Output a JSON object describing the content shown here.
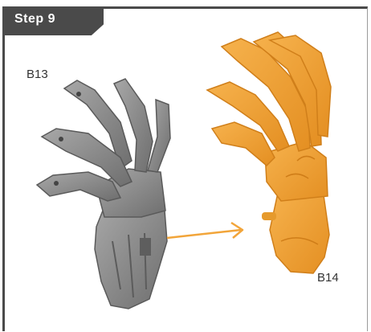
{
  "step": {
    "label": "Step 9"
  },
  "parts": {
    "left": {
      "label": "B13",
      "color": "#8c8c8c"
    },
    "right": {
      "label": "B14",
      "color": "#f2a53a"
    }
  },
  "arrow": {
    "color": "#f2a53a"
  }
}
